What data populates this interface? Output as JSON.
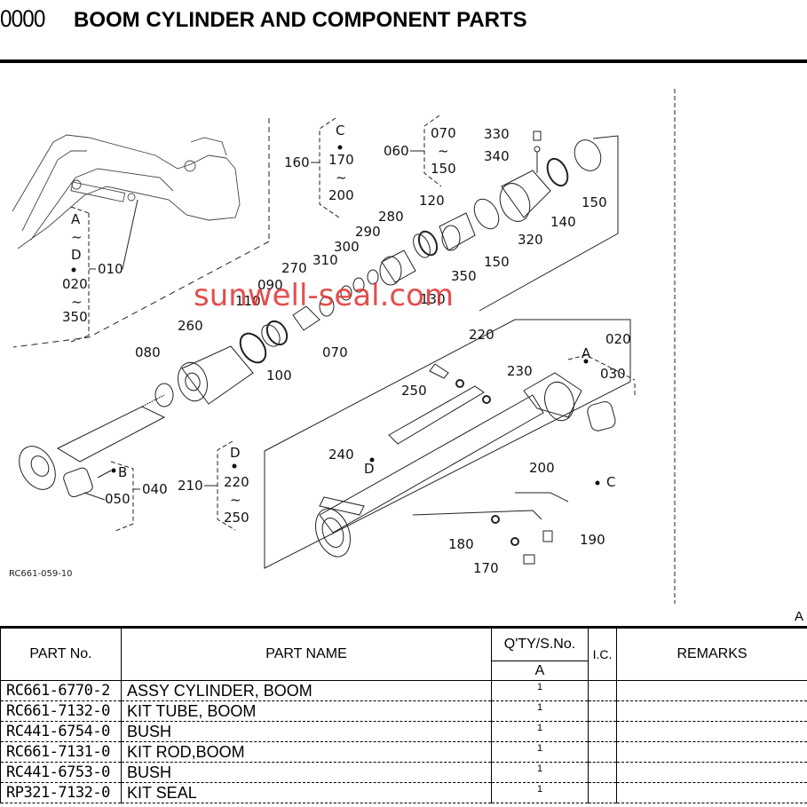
{
  "header": {
    "code": "0000",
    "title": "BOOM CYLINDER AND COMPONENT PARTS"
  },
  "diagram": {
    "figure_ref": "RC661-059-10",
    "watermark": "sunwell-seal.com",
    "callouts": {
      "c010": "010",
      "c020": "020",
      "c030": "030",
      "c040": "040",
      "c050": "050",
      "c060": "060",
      "c070a": "070",
      "c070b": "070",
      "c080": "080",
      "c090": "090",
      "c100": "100",
      "c110": "110",
      "c120": "120",
      "c130": "130",
      "c140": "140",
      "c150a": "150",
      "c150b": "150",
      "c150c": "150",
      "c160": "160",
      "c170a": "170",
      "c170b": "170",
      "c180": "180",
      "c190": "190",
      "c200a": "200",
      "c200b": "200",
      "c210": "210",
      "c220a": "220",
      "c220b": "220",
      "c230": "230",
      "c240": "240",
      "c250a": "250",
      "c250b": "250",
      "c260": "260",
      "c270": "270",
      "c280": "280",
      "c290": "290",
      "c300": "300",
      "c310": "310",
      "c320": "320",
      "c330": "330",
      "c340": "340",
      "c350a": "350",
      "c350b": "350",
      "c020b": "020",
      "refA": "A",
      "refA2": "A",
      "refB": "B",
      "refC": "C",
      "refC2": "C",
      "refD": "D",
      "refD2": "D",
      "refD3": "D",
      "tilde": "~"
    }
  },
  "page_marker": "A",
  "table": {
    "headers": {
      "part_no": "PART No.",
      "part_name": "PART NAME",
      "qty": "Q'TY/S.No.",
      "qty_sub": "A",
      "ic": "I.C.",
      "remarks": "REMARKS"
    },
    "rows": [
      {
        "part_no": "RC661-6770-2",
        "part_name": "ASSY CYLINDER, BOOM",
        "qty": "1",
        "ic": "",
        "remarks": ""
      },
      {
        "part_no": "RC661-7132-0",
        "part_name": "KIT TUBE, BOOM",
        "qty": "1",
        "ic": "",
        "remarks": ""
      },
      {
        "part_no": "RC441-6754-0",
        "part_name": "BUSH",
        "qty": "1",
        "ic": "",
        "remarks": ""
      },
      {
        "part_no": "RC661-7131-0",
        "part_name": "KIT ROD,BOOM",
        "qty": "1",
        "ic": "",
        "remarks": ""
      },
      {
        "part_no": "RC441-6753-0",
        "part_name": "BUSH",
        "qty": "1",
        "ic": "",
        "remarks": ""
      },
      {
        "part_no": "RP321-7132-0",
        "part_name": "KIT SEAL",
        "qty": "1",
        "ic": "",
        "remarks": ""
      }
    ]
  }
}
